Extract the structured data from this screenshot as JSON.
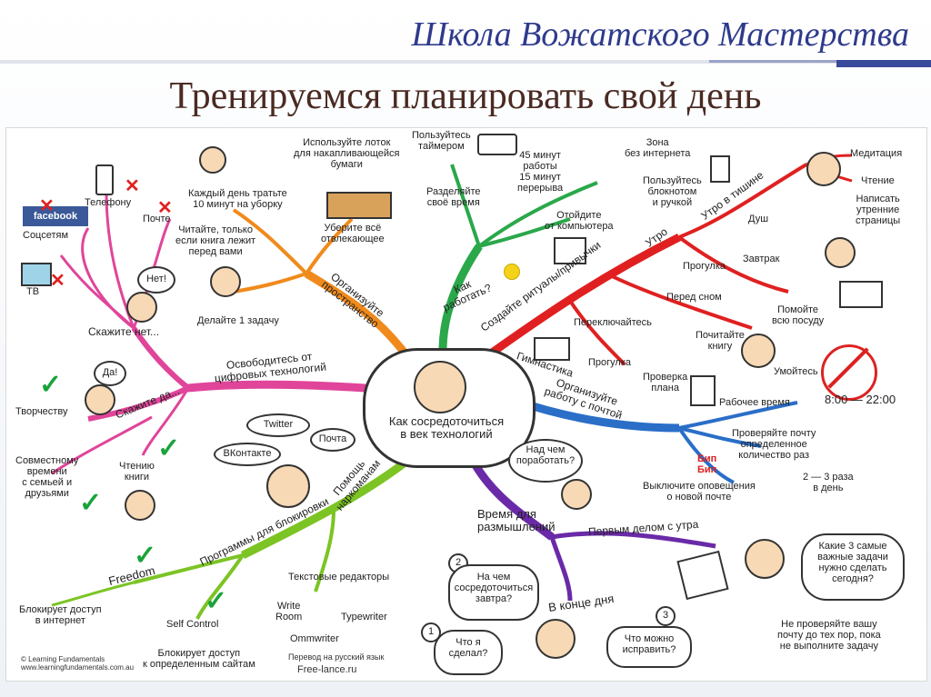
{
  "header": {
    "school_title": "Школа Вожатского Мастерства",
    "main_title": "Тренируемся планировать свой день"
  },
  "center": {
    "label": "Как сосредоточиться\nв век технологий"
  },
  "branches": {
    "say_no": "Скажите нет...",
    "free_digital": "Освободитесь от\nцифровых технологий",
    "say_yes": "Скажите да...",
    "organize_space": "Организуйте\nпространство",
    "how_to_work": "Как\nработать?",
    "rituals": "Создайте ритуалы/привычки",
    "organize_email": "Организуйте\nработу с почтой",
    "help_addicts": "Помощь\nнаркоманам",
    "block_programs": "Программы для блокировки",
    "thinking_time": "Время для\nразмышлений",
    "first_morning": "Первым делом с утра",
    "end_of_day": "В конце дня"
  },
  "say_no_items": [
    "Соцсетям",
    "Телефону",
    "Почте",
    "ТВ"
  ],
  "say_yes_items": [
    "Творчеству",
    "Совместному\nвремени\nс семьей и\nдрузьями",
    "Чтению\nкниги"
  ],
  "bubbles": {
    "no": "Нет!",
    "yes": "Да!",
    "think": "Над чем\nпоработать?",
    "twitter": "Twitter",
    "vk": "ВКонтакте",
    "mail": "Почта",
    "top3": "Какие 3 самые\nважные задачи\nнужно сделать\nсегодня?",
    "tomorrow": "На чем\nсосредоточиться\nзавтра?",
    "did": "Что я\nсделал?",
    "fix": "Что можно\nисправить?"
  },
  "space_items": {
    "cleanup": "Каждый день тратьте\n10 минут на уборку",
    "trays": "Используйте лоток\nдля накапливающейся\nбумаги",
    "remove": "Уберите всё\nотвлекающее",
    "read_front": "Читайте, только\nесли книга лежит\nперед вами",
    "one_task": "Делайте 1 задачу"
  },
  "work_items": {
    "timer": "Пользуйтесь\nтаймером",
    "split": "Разделяйте\nсвоё время",
    "cycle": "45 минут\nработы\n15 минут\nперерыва",
    "nointernet": "Зона\nбез интернета",
    "notebook": "Пользуйтесь\nблокнотом\nи ручкой",
    "away": "Отойдите\nот компьютера"
  },
  "ritual_items": {
    "morning_quiet": "Утро в тишине",
    "meditation": "Медитация",
    "reading": "Чтение",
    "pages": "Написать\nутренние\nстраницы",
    "shower": "Душ",
    "morning": "Утро",
    "walk": "Прогулка",
    "breakfast": "Завтрак",
    "before_sleep": "Перед сном",
    "dishes": "Помойте\nвсю посуду",
    "switch": "Переключайтесь",
    "read_book": "Почитайте\nкнигу",
    "wash": "Умойтесь",
    "gym": "Гимнастика",
    "walk2": "Прогулка",
    "plan_check": "Проверка\nплана"
  },
  "email_items": {
    "work_time": "Рабочее время",
    "hours": "8:00 — 22:00",
    "check_count": "Проверяйте почту\nопределенное\nколичество раз",
    "times": "2 — 3 раза\nв день",
    "notify": "Выключите оповещения\nо новой почте",
    "bip": "Бип\nБип"
  },
  "addict_items": {
    "freedom": "Freedom",
    "freedom_desc": "Блокирует доступ\nв интернет",
    "selfcontrol": "Self Control",
    "selfcontrol_desc": "Блокирует доступ\nк определенным сайтам",
    "editors": "Текстовые редакторы",
    "writeroom": "Write\nRoom",
    "typewriter": "Typewriter",
    "ommwriter": "Ommwriter"
  },
  "end_day": {
    "dont_check": "Не проверяйте вашу\nпочту до тех пор, пока\nне выполните задачу",
    "n1": "1",
    "n2": "2",
    "n3": "3"
  },
  "credits": {
    "lf": "© Learning Fundamentals\nwww.learningfundamentals.com.au",
    "translation": "Перевод на русский язык",
    "site": "Free-lance.ru"
  },
  "icons": [
    "facebook-logo",
    "phone-icon",
    "mail-icon",
    "tv-icon",
    "timer-icon",
    "book-icon",
    "bubble-icon",
    "clock-icon",
    "laptop-icon",
    "sun-icon",
    "check-icon",
    "cross-icon"
  ],
  "colors": {
    "pink_branch": "#e0459a",
    "orange_branch": "#f08a1c",
    "green_branch": "#2aa84a",
    "red_branch": "#e02020",
    "blue_branch": "#2a6ec8",
    "lime_branch": "#7cc424",
    "purple_branch": "#6a2aa8",
    "title_blue": "#2e3a8c",
    "title_brown": "#4a2a22"
  }
}
